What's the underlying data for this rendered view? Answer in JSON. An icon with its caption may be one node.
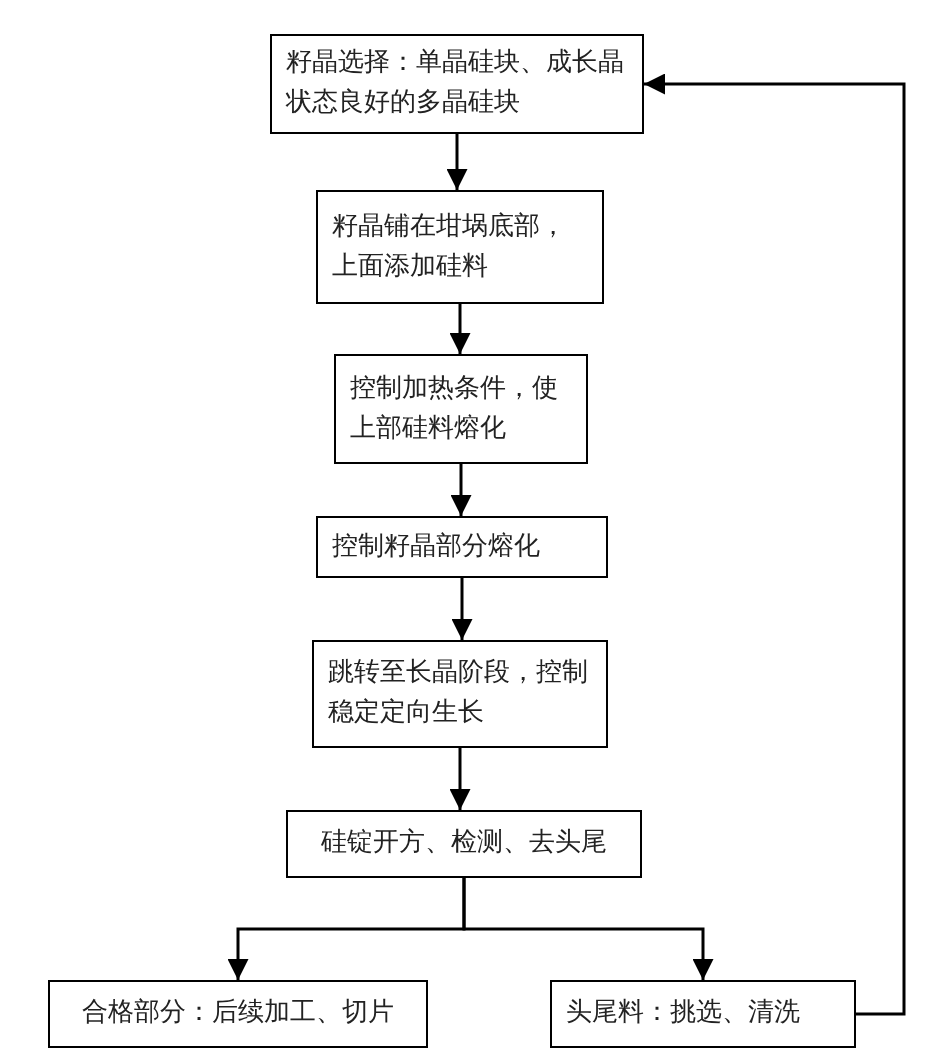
{
  "diagram": {
    "nodes": [
      {
        "text": [
          "籽晶选择：单晶硅块、成长晶状态良好的多晶硅块"
        ]
      },
      {
        "text": [
          "籽晶铺在坩埚底部，上面添加硅料"
        ]
      },
      {
        "text": [
          "控制加热条件，使上部硅料熔化"
        ]
      },
      {
        "text": [
          "控制籽晶部分熔化"
        ]
      },
      {
        "text": [
          "跳转至长晶阶段，控制稳定定向生长"
        ]
      },
      {
        "text": [
          "硅锭开方、检测、去头尾"
        ]
      },
      {
        "text": [
          "合格部分：后续加工、切片"
        ]
      },
      {
        "text": [
          "头尾料：挑选、清洗"
        ]
      }
    ],
    "edges": [
      {
        "from": 0,
        "to": 1,
        "arrow": "to"
      },
      {
        "from": 1,
        "to": 2,
        "arrow": "to"
      },
      {
        "from": 2,
        "to": 3,
        "arrow": "to"
      },
      {
        "from": 3,
        "to": 4,
        "arrow": "to"
      },
      {
        "from": 4,
        "to": 5,
        "arrow": "to"
      },
      {
        "from": 5,
        "to": 6,
        "arrow": "to"
      },
      {
        "from": 5,
        "to": 7,
        "arrow": "to"
      },
      {
        "from": 7,
        "to": 0,
        "arrow": "to"
      }
    ]
  }
}
